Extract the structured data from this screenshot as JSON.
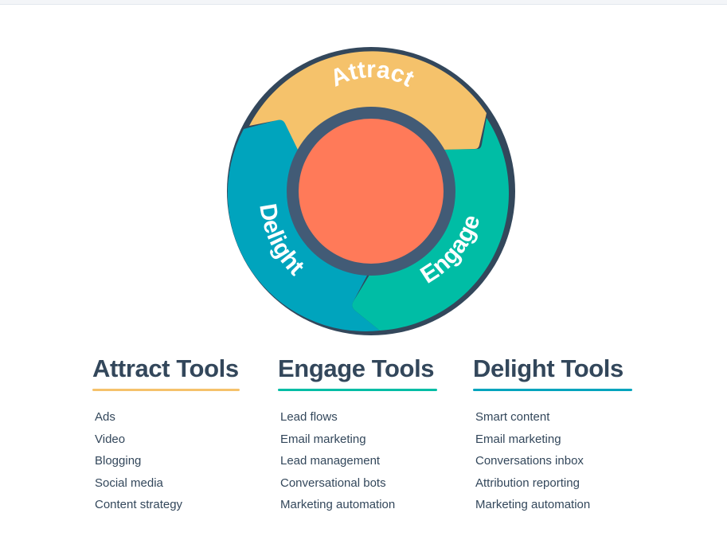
{
  "flywheel": {
    "segments": [
      {
        "label": "Attract",
        "color": "#f5c26b"
      },
      {
        "label": "Engage",
        "color": "#00bda5"
      },
      {
        "label": "Delight",
        "color": "#00a4bd"
      }
    ],
    "rim_color": "#33475b",
    "hub_color": "#ff7a59"
  },
  "tools": [
    {
      "title": "Attract Tools",
      "accent": "#f5c26b",
      "items": [
        "Ads",
        "Video",
        "Blogging",
        "Social media",
        "Content strategy"
      ]
    },
    {
      "title": "Engage Tools",
      "accent": "#00bda5",
      "items": [
        "Lead flows",
        "Email marketing",
        "Lead management",
        "Conversational bots",
        "Marketing automation"
      ]
    },
    {
      "title": "Delight Tools",
      "accent": "#00a4bd",
      "items": [
        "Smart content",
        "Email marketing",
        "Conversations inbox",
        "Attribution reporting",
        "Marketing automation"
      ]
    }
  ]
}
